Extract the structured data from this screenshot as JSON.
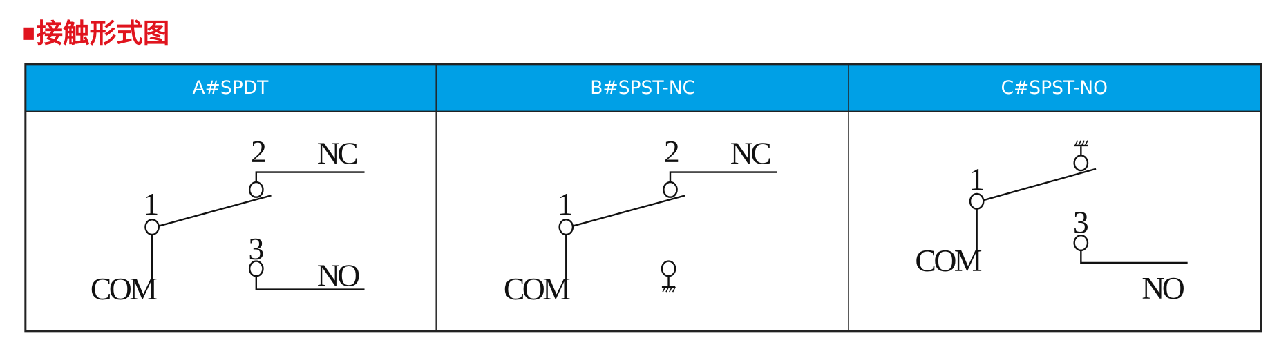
{
  "title": "接触形式图",
  "colors": {
    "title": "#e0141e",
    "header": "#00a0e6",
    "border": "#222222"
  },
  "panels": [
    {
      "header": "A#SPDT",
      "com": "COM",
      "pin1": "1",
      "pin2": "2",
      "pin3": "3",
      "nc": "NC",
      "no": "NO"
    },
    {
      "header": "B#SPST-NC",
      "com": "COM",
      "pin1": "1",
      "pin2": "2",
      "nc": "NC"
    },
    {
      "header": "C#SPST-NO",
      "com": "COM",
      "pin1": "1",
      "pin3": "3",
      "no": "NO"
    }
  ]
}
